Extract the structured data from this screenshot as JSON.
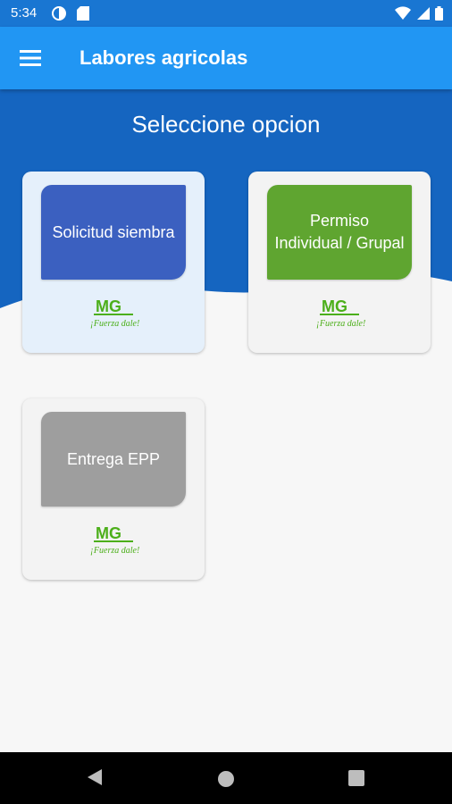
{
  "status_bar": {
    "time": "5:34"
  },
  "app_bar": {
    "title": "Labores agricolas"
  },
  "main": {
    "section_title": "Seleccione opcion",
    "cards": [
      {
        "label": "Solicitud siembra",
        "color": "#3b60c0",
        "logo_text": "¡Fuerza dale!"
      },
      {
        "label": "Permiso Individual / Grupal",
        "color": "#5fa530",
        "logo_text": "¡Fuerza dale!"
      },
      {
        "label": "Entrega EPP",
        "color": "#9e9e9e",
        "logo_text": "¡Fuerza dale!"
      }
    ]
  },
  "colors": {
    "status_bar": "#1976d2",
    "app_bar": "#2196f3",
    "hero": "#1565c0",
    "logo_green": "#4caf1a"
  },
  "icons": {
    "menu": "hamburger-menu-icon",
    "back": "nav-back-icon",
    "home": "nav-home-icon",
    "recents": "nav-recents-icon"
  }
}
